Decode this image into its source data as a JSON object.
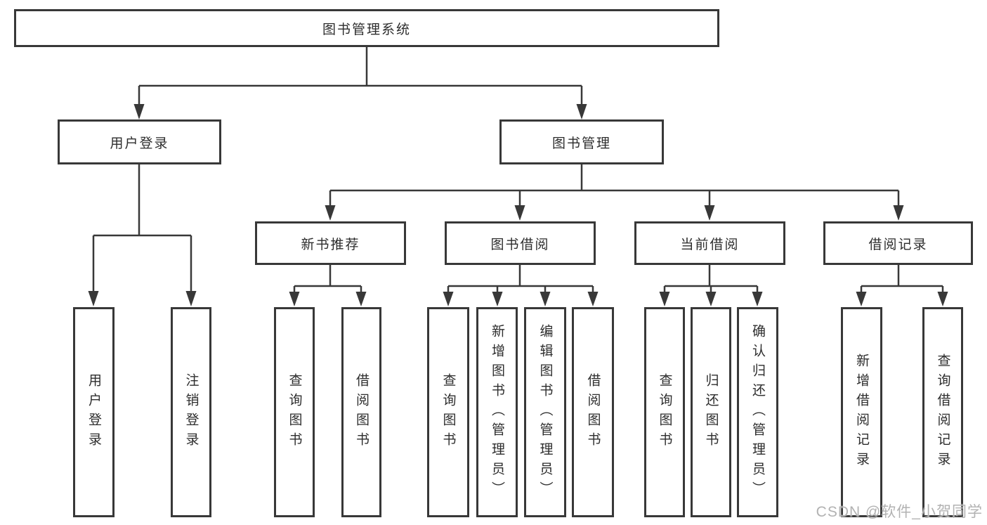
{
  "colors": {
    "line": "#383838",
    "text": "#2d2d2d",
    "watermark": "#b2b2b2",
    "background": "#ffffff"
  },
  "watermark": {
    "text": "CSDN @软件_小贺同学"
  },
  "tree": {
    "root": {
      "label": "图书管理系统",
      "children": [
        {
          "label": "用户登录",
          "children": [
            {
              "label": "用户登录"
            },
            {
              "label": "注销登录"
            }
          ]
        },
        {
          "label": "图书管理",
          "children": [
            {
              "label": "新书推荐",
              "children": [
                {
                  "label": "查询图书"
                },
                {
                  "label": "借阅图书"
                }
              ]
            },
            {
              "label": "图书借阅",
              "children": [
                {
                  "label": "查询图书"
                },
                {
                  "label": "新增图书（管理员）"
                },
                {
                  "label": "编辑图书（管理员）"
                },
                {
                  "label": "借阅图书"
                }
              ]
            },
            {
              "label": "当前借阅",
              "children": [
                {
                  "label": "查询图书"
                },
                {
                  "label": "归还图书"
                },
                {
                  "label": "确认归还（管理员）"
                }
              ]
            },
            {
              "label": "借阅记录",
              "children": [
                {
                  "label": "新增借阅记录"
                },
                {
                  "label": "查询借阅记录"
                }
              ]
            }
          ]
        }
      ]
    }
  }
}
